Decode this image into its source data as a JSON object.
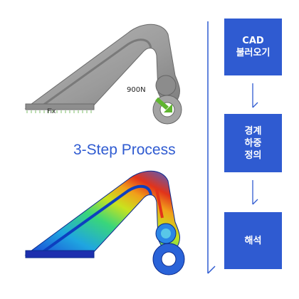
{
  "title": "3-Step Process",
  "model_labels": {
    "force": "900N",
    "fix": "Fix"
  },
  "steps": [
    {
      "label": "CAD\n불러오기"
    },
    {
      "label": "경계\n하중\n정의"
    },
    {
      "label": "해석"
    }
  ],
  "colors": {
    "accent": "#2f5bd1",
    "step_text": "#ffffff",
    "model_gray": "#9a9a9a",
    "load_arrow": "#5fb52f"
  },
  "icons": {
    "step_arrow": "chevron-down-arrow-icon"
  }
}
